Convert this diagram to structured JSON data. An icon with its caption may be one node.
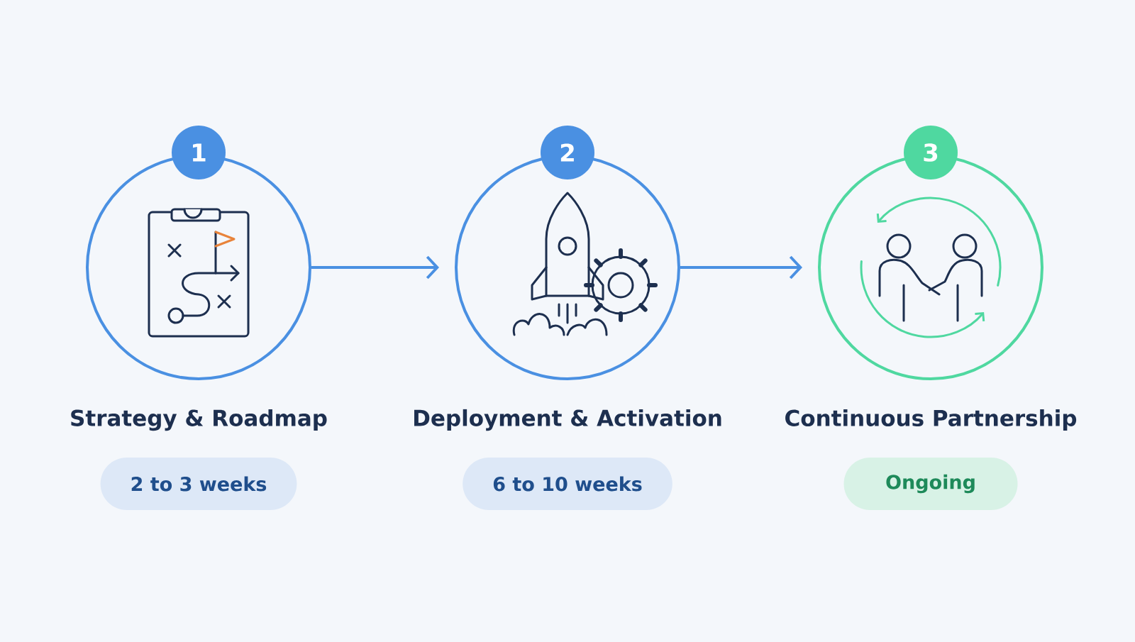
{
  "diagram": {
    "nodes": [
      {
        "text": [
          "1",
          "Strategy & Roadmap"
        ]
      },
      {
        "text": [
          "2 to 3 weeks"
        ]
      },
      {
        "text": [
          "2",
          "Deployment & Activation"
        ]
      },
      {
        "text": [
          "6 to 10 weeks"
        ]
      },
      {
        "text": [
          "3",
          "Continuous Partnership"
        ]
      },
      {
        "text": [
          "Ongoing"
        ]
      }
    ],
    "edges": [
      {
        "from": 0,
        "to": 2,
        "arrow": "to"
      },
      {
        "from": 2,
        "to": 4,
        "arrow": "to"
      }
    ]
  }
}
